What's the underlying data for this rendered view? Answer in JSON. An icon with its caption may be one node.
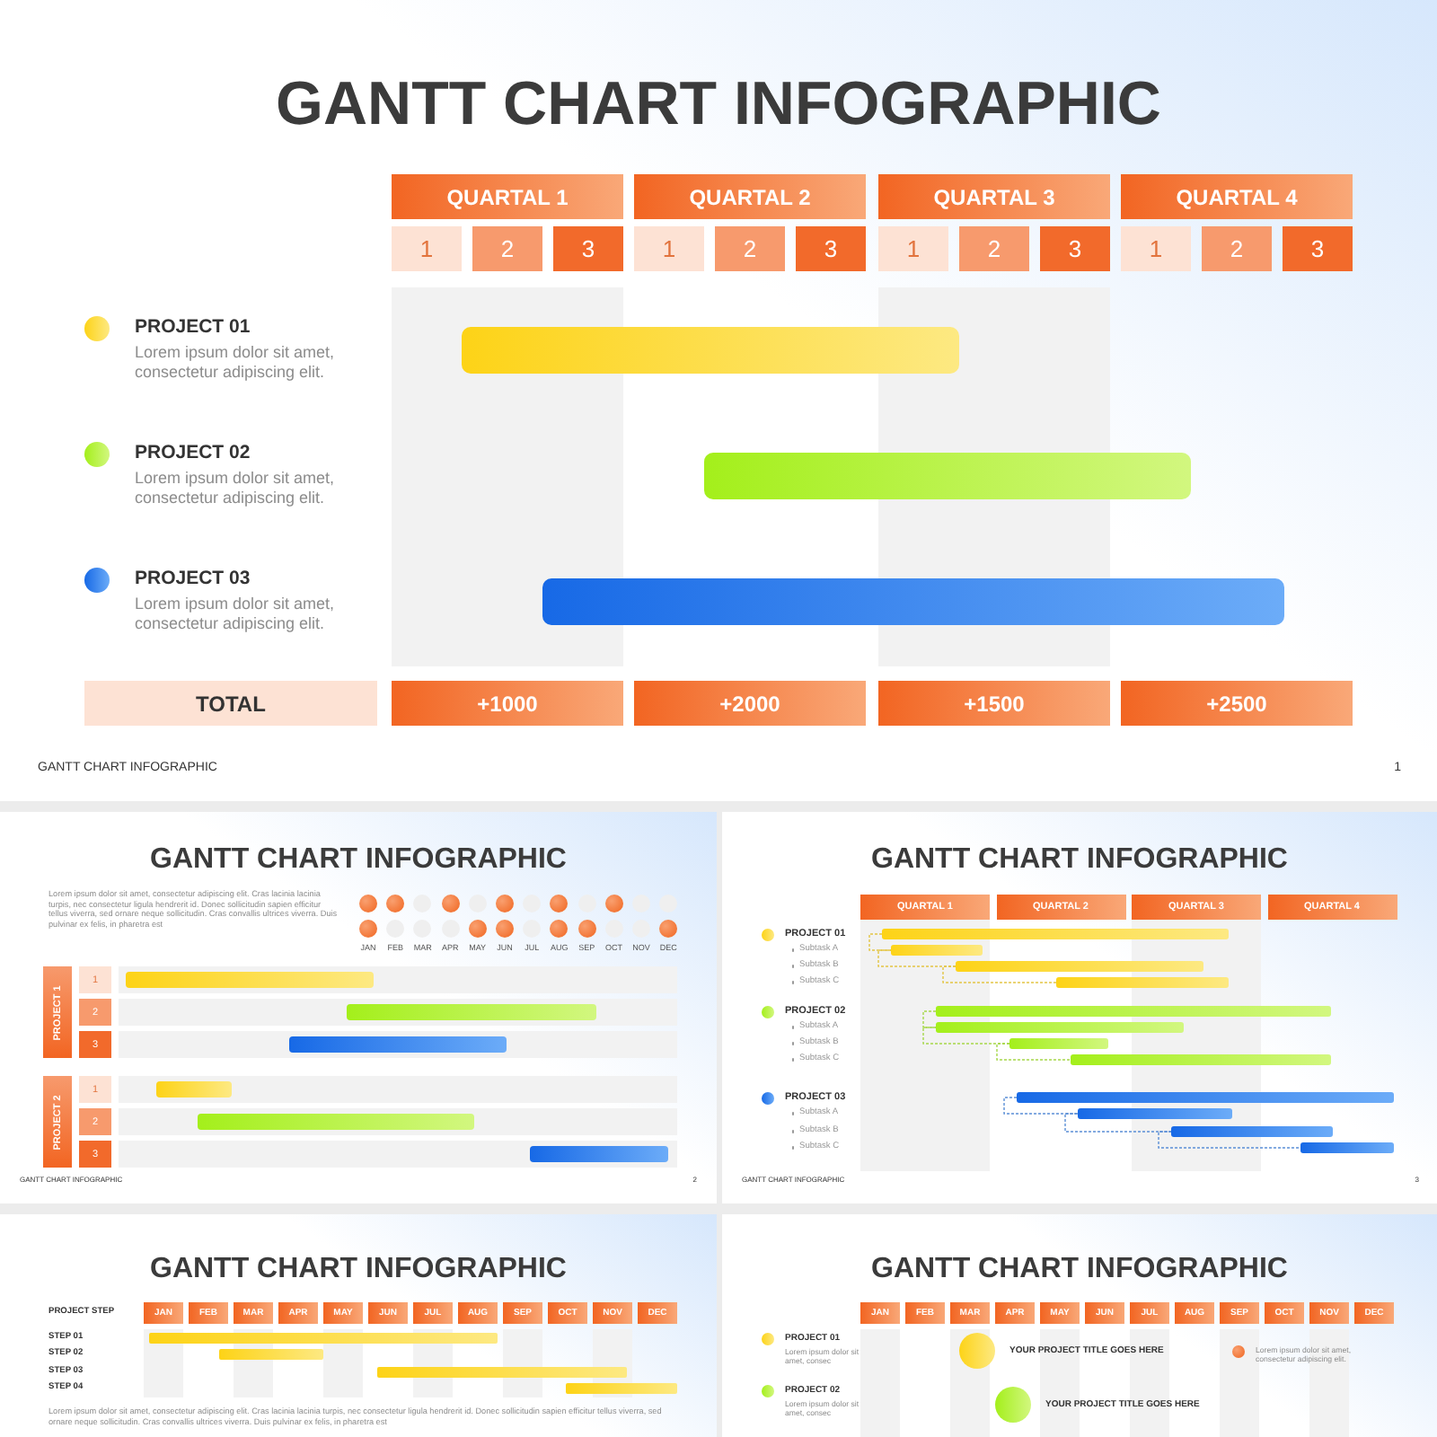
{
  "diagram": {
    "title": "GANTT CHART INFOGRAPHIC",
    "nodes": [
      {
        "text": [
          "PROJECT 01",
          "Lorem ipsum dolor sit amet, consectetur adipiscing elit.",
          "PROJECT 02",
          "Lorem ipsum dolor sit amet, consectetur adipiscing elit.",
          "PROJECT 03",
          "Lorem ipsum dolor sit amet, consectetur adipiscing elit.",
          "GANTT CHART INFOGRAPHIC",
          "1"
        ]
      },
      {
        "text": [
          "QUARTAL 1"
        ],
        "in": 0
      },
      {
        "text": [
          "QUARTAL 2"
        ],
        "in": 0
      },
      {
        "text": [
          "QUARTAL 3"
        ],
        "in": 0
      },
      {
        "text": [
          "QUARTAL 4"
        ],
        "in": 0
      },
      {
        "text": [
          "1"
        ],
        "in": 0
      },
      {
        "text": [
          "2"
        ],
        "in": 0
      },
      {
        "text": [
          "3"
        ],
        "in": 0
      },
      {
        "text": [
          "1"
        ],
        "in": 0
      },
      {
        "text": [
          "2"
        ],
        "in": 0
      },
      {
        "text": [
          "3"
        ],
        "in": 0
      },
      {
        "text": [
          "1"
        ],
        "in": 0
      },
      {
        "text": [
          "2"
        ],
        "in": 0
      },
      {
        "text": [
          "3"
        ],
        "in": 0
      },
      {
        "text": [
          "1"
        ],
        "in": 0
      },
      {
        "text": [
          "2"
        ],
        "in": 0
      },
      {
        "text": [
          "3"
        ],
        "in": 0
      },
      {
        "text": [
          "TOTAL"
        ],
        "in": 0
      },
      {
        "text": [
          "+1000"
        ],
        "in": 0
      },
      {
        "text": [
          "+2000"
        ],
        "in": 0
      },
      {
        "text": [
          "+1500"
        ],
        "in": 0
      },
      {
        "text": [
          "+2500"
        ],
        "in": 0
      },
      {
        "text": [
          "GANTT CHART INFOGRAPHIC",
          "Lorem ipsum dolor sit amet, consectetur adipiscing elit. Cras lacinia lacinia turpis, nec consectetur ligula hendrerit id. Donec sollicitudin sapien efficitur tellus viverra, sed ornare neque sollicitudin. Cras convallis ultrices viverra. Duis pulvinar ex felis, in pharetra est",
          "JAN",
          "FEB",
          "MAR",
          "APR",
          "MAY",
          "JUN",
          "JUL",
          "AUG",
          "SEP",
          "OCT",
          "NOV",
          "DEC",
          "GANTT CHART INFOGRAPHIC",
          "2"
        ]
      },
      {
        "text": [
          "PROJECT 1"
        ],
        "in": 22
      },
      {
        "text": [
          "1"
        ],
        "in": 22
      },
      {
        "text": [
          "2"
        ],
        "in": 22
      },
      {
        "text": [
          "3"
        ],
        "in": 22
      },
      {
        "text": [
          "PROJECT 2"
        ],
        "in": 22
      },
      {
        "text": [
          "1"
        ],
        "in": 22
      },
      {
        "text": [
          "2"
        ],
        "in": 22
      },
      {
        "text": [
          "3"
        ],
        "in": 22
      },
      {
        "text": [
          "GANTT CHART INFOGRAPHIC",
          "PROJECT 01",
          "Subtask A",
          "Subtask B",
          "Subtask C",
          "PROJECT 02",
          "Subtask A",
          "Subtask B",
          "Subtask C",
          "PROJECT 03",
          "Subtask A",
          "Subtask B",
          "Subtask C",
          "GANTT CHART INFOGRAPHIC",
          "3"
        ]
      },
      {
        "text": [
          "QUARTAL 1"
        ],
        "in": 31
      },
      {
        "text": [
          "QUARTAL 2"
        ],
        "in": 31
      },
      {
        "text": [
          "QUARTAL 3"
        ],
        "in": 31
      },
      {
        "text": [
          "QUARTAL 4"
        ],
        "in": 31
      },
      {
        "text": [
          "GANTT CHART INFOGRAPHIC",
          "PROJECT STEP",
          "STEP 01",
          "STEP 02",
          "STEP 03",
          "STEP 04",
          "Lorem ipsum dolor sit amet, consectetur adipiscing elit. Cras lacinia lacinia turpis, nec consectetur ligula hendrerit id. Donec sollicitudin sapien efficitur tellus viverra, sed ornare neque sollicitudin. Cras convallis ultrices viverra. Duis pulvinar ex felis, in pharetra est"
        ]
      },
      {
        "text": [
          "JAN"
        ],
        "in": 36
      },
      {
        "text": [
          "FEB"
        ],
        "in": 36
      },
      {
        "text": [
          "MAR"
        ],
        "in": 36
      },
      {
        "text": [
          "APR"
        ],
        "in": 36
      },
      {
        "text": [
          "MAY"
        ],
        "in": 36
      },
      {
        "text": [
          "JUN"
        ],
        "in": 36
      },
      {
        "text": [
          "JUL"
        ],
        "in": 36
      },
      {
        "text": [
          "AUG"
        ],
        "in": 36
      },
      {
        "text": [
          "SEP"
        ],
        "in": 36
      },
      {
        "text": [
          "OCT"
        ],
        "in": 36
      },
      {
        "text": [
          "NOV"
        ],
        "in": 36
      },
      {
        "text": [
          "DEC"
        ],
        "in": 36
      },
      {
        "text": [
          "GANTT CHART INFOGRAPHIC",
          "PROJECT 01",
          "Lorem ipsum dolor sit amet, consec",
          "PROJECT 02",
          "Lorem ipsum dolor sit amet, consec",
          "YOUR PROJECT TITLE GOES HERE",
          "YOUR PROJECT TITLE GOES HERE",
          "Lorem ipsum dolor sit amet, consectetur adipiscing elit."
        ]
      },
      {
        "text": [
          "JAN"
        ],
        "in": 49
      },
      {
        "text": [
          "FEB"
        ],
        "in": 49
      },
      {
        "text": [
          "MAR"
        ],
        "in": 49
      },
      {
        "text": [
          "APR"
        ],
        "in": 49
      },
      {
        "text": [
          "MAY"
        ],
        "in": 49
      },
      {
        "text": [
          "JUN"
        ],
        "in": 49
      },
      {
        "text": [
          "JUL"
        ],
        "in": 49
      },
      {
        "text": [
          "AUG"
        ],
        "in": 49
      },
      {
        "text": [
          "SEP"
        ],
        "in": 49
      },
      {
        "text": [
          "OCT"
        ],
        "in": 49
      },
      {
        "text": [
          "NOV"
        ],
        "in": 49
      },
      {
        "text": [
          "DEC"
        ],
        "in": 49
      }
    ]
  }
}
